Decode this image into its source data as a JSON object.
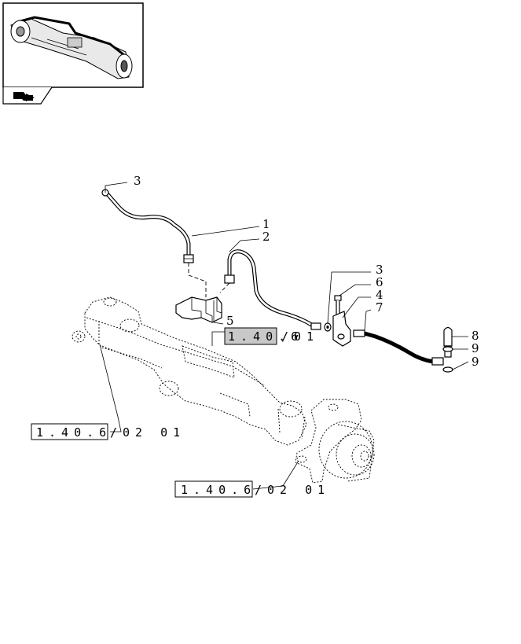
{
  "callouts": {
    "c3_top": "3",
    "c1": "1",
    "c2": "2",
    "c5": "5",
    "c3_right": "3",
    "c6": "6",
    "c4": "4",
    "c7": "7",
    "c8": "8",
    "c9_a": "9",
    "c9_b": "9"
  },
  "references": {
    "ref_center": {
      "box": "1.40.6",
      "suffix": "/01"
    },
    "ref_left": {
      "box": "1.40.6",
      "suffix": "/02 01"
    },
    "ref_bottom": {
      "box": "1.40.6",
      "suffix": "/02 01"
    }
  },
  "colors": {
    "highlight": "#c8c8c8",
    "line": "#000000"
  },
  "icons": {
    "thumbnail": "axle-thumbnail-icon",
    "nav": "nav-arrow-icon"
  }
}
